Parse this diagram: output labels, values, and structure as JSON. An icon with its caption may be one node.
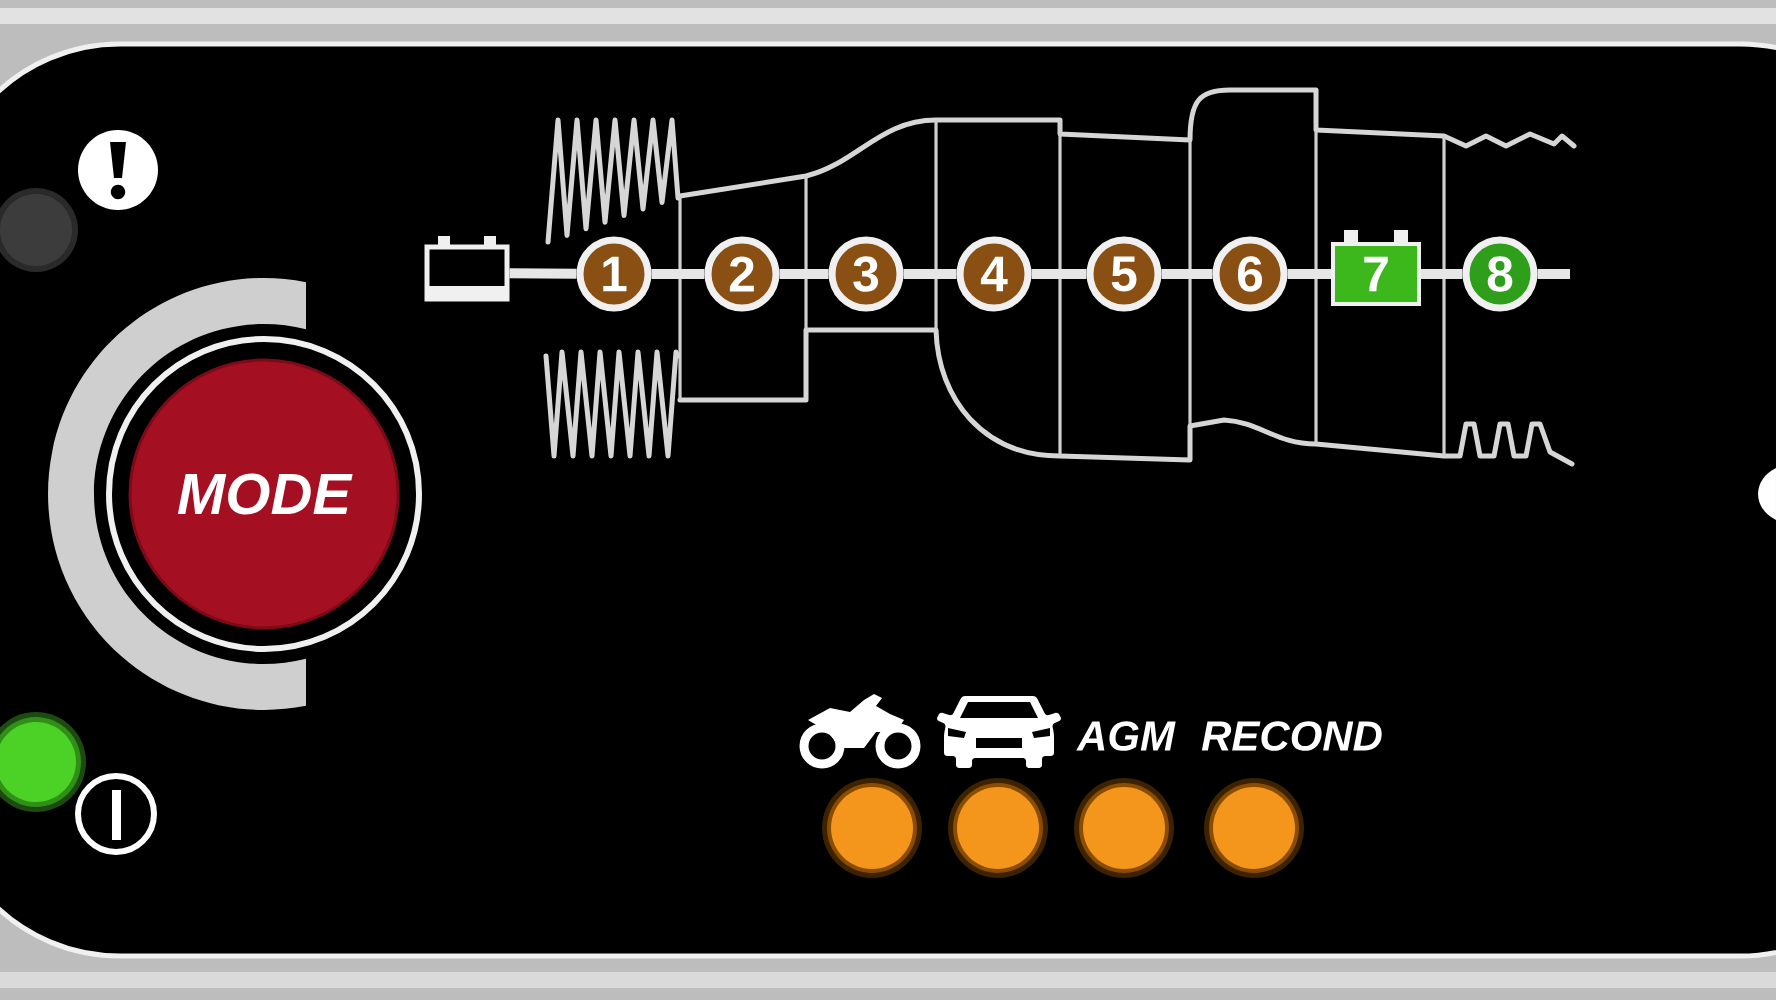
{
  "diagram": {
    "nodes": [
      {
        "text": [],
        "shape": "battery"
      },
      {
        "text": [
          "1"
        ]
      },
      {
        "text": [
          "2"
        ]
      },
      {
        "text": [
          "3"
        ]
      },
      {
        "text": [
          "4"
        ]
      },
      {
        "text": [
          "5"
        ]
      },
      {
        "text": [
          "6"
        ]
      },
      {
        "text": [
          "7"
        ]
      },
      {
        "text": [
          "8"
        ]
      },
      {
        "text": [
          "MODE"
        ]
      }
    ],
    "edges": [
      {
        "from": 0,
        "to": 1,
        "arrow": "none"
      },
      {
        "from": 1,
        "to": 2,
        "arrow": "none"
      },
      {
        "from": 2,
        "to": 3,
        "arrow": "none"
      },
      {
        "from": 3,
        "to": 4,
        "arrow": "none"
      },
      {
        "from": 4,
        "to": 5,
        "arrow": "none"
      },
      {
        "from": 5,
        "to": 6,
        "arrow": "none"
      },
      {
        "from": 6,
        "to": 7,
        "arrow": "none"
      },
      {
        "from": 7,
        "to": 8,
        "arrow": "none"
      },
      {
        "from": 8,
        "to": null,
        "arrow": "none"
      }
    ],
    "labels": [
      "AGM",
      "RECOND"
    ]
  }
}
